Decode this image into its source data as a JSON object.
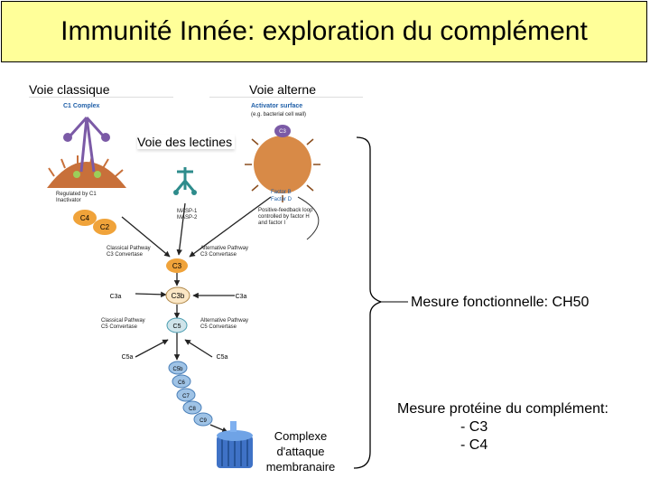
{
  "title": "Immunité Innée: exploration du complément",
  "labels": {
    "classical": "Voie classique",
    "alternative": "Voie alterne",
    "lectin": "Voie des lectines",
    "mac": [
      "Complexe",
      "d'attaque",
      "membranaire"
    ]
  },
  "measures": {
    "functional": "Mesure fonctionnelle: CH50",
    "protein": [
      "Mesure protéine du complément:",
      "- C3",
      "- C4"
    ]
  },
  "diagram": {
    "c1_complex": "C1 Complex",
    "activator_surface": "Activator surface",
    "activator_note": "(e.g. bacterial cell wall)",
    "regulated_by": [
      "Regulated by C1",
      "Inactivator"
    ],
    "masp": [
      "MASP-1",
      "MASP-2"
    ],
    "factors": [
      "Factor B",
      "Factor D"
    ],
    "feedback": [
      "Positive-feedback loop",
      "controlled by factor H",
      "and factor I"
    ],
    "classical_c3": [
      "Classical Pathway",
      "C3 Convertase"
    ],
    "alternative_c3": [
      "Alternative Pathway",
      "C3 Convertase"
    ],
    "classical_c5": [
      "Classical Pathway",
      "C5 Convertase"
    ],
    "alternative_c5": [
      "Alternative Pathway",
      "C5 Convertase"
    ],
    "bubbles": {
      "c4": "C4",
      "c2": "C2",
      "c3": "C3",
      "c3b": "C3b",
      "c5": "C5",
      "c5b": "C5b",
      "c6": "C6",
      "c7": "C7",
      "c8": "C8",
      "c9": "C9",
      "c3_top": "C3"
    },
    "c3a_left": "C3a",
    "c3a_right": "C3a",
    "c5a_left": "C5a",
    "c5a_right": "C5a"
  },
  "colors": {
    "title_bg": "#ffff99",
    "orange": "#f0a33a",
    "teal": "#4a9db0",
    "purple": "#7b5aa6",
    "blue": "#5b8fd6",
    "spike": "#c8703a"
  }
}
